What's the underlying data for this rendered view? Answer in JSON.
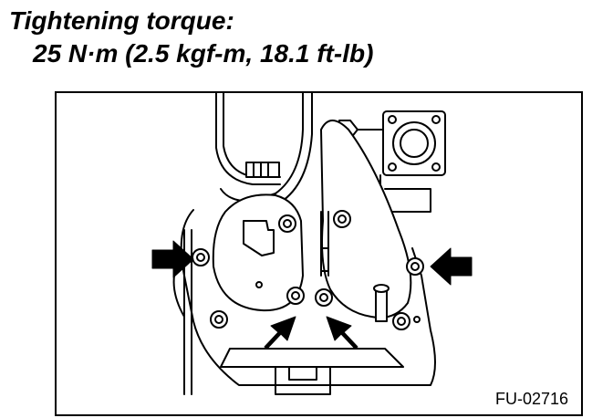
{
  "header": {
    "line1": "Tightening torque:",
    "line2": "25 N·m (2.5 kgf-m, 18.1 ft-lb)"
  },
  "figure": {
    "code": "FU-02716",
    "arrow_count": 4,
    "bolt_count": 10
  }
}
